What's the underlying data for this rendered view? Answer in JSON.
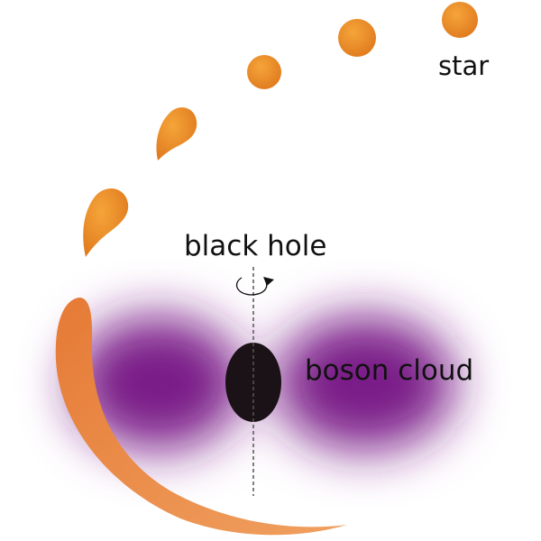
{
  "labels": {
    "star": "star",
    "black_hole": "black hole",
    "boson_cloud": "boson cloud"
  },
  "colors": {
    "star": "#ec8a22",
    "cloud": "#7a1f88",
    "black_hole": "#1a1216"
  }
}
